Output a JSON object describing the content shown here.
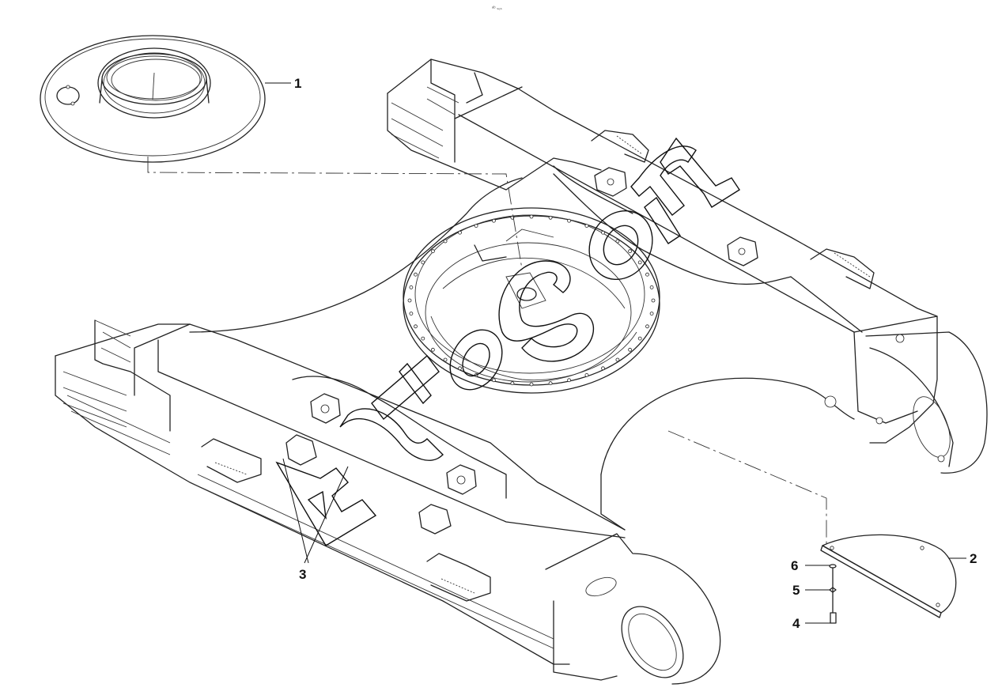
{
  "header": {
    "note": "ᵃᵇ ₛₑₛ"
  },
  "callouts": [
    {
      "id": "1",
      "label": "1"
    },
    {
      "id": "2",
      "label": "2"
    },
    {
      "id": "3",
      "label": "3"
    },
    {
      "id": "4",
      "label": "4"
    },
    {
      "id": "5",
      "label": "5"
    },
    {
      "id": "6",
      "label": "6"
    }
  ],
  "watermark": {
    "text": "AutoSoft"
  },
  "colors": {
    "ink": "#222222",
    "background": "#ffffff"
  }
}
